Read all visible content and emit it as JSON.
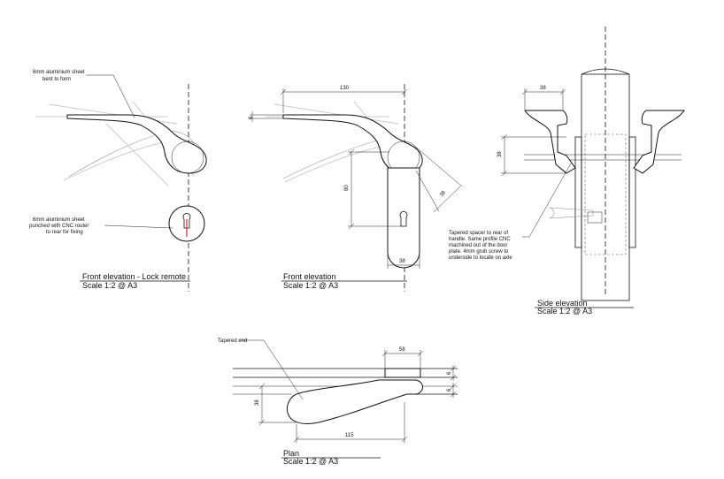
{
  "views": {
    "front_remote": {
      "title": "Front elevation -  Lock remote",
      "scale": "Scale 1:2 @ A3",
      "note_top": [
        "6mm aluminium sheet",
        "bent to form"
      ],
      "note_bottom": [
        "6mm aluminium sheet",
        "punched with CNC router",
        "to rear for fixing"
      ]
    },
    "front": {
      "title": "Front elevation",
      "scale": "Scale 1:2 @ A3",
      "dims": {
        "width": "130",
        "thickness": "6",
        "height": "80",
        "diag": "38",
        "base": "38"
      }
    },
    "side": {
      "title": "Side elevation",
      "scale": "Scale 1:2 @ A3",
      "dims": {
        "top": "38",
        "left": "38"
      },
      "note": [
        "Tapered spacer to rear of",
        "handle. Same profile CNC",
        "machined out of the door",
        "plate. 4mm grub screw to",
        "underside to locate on axle"
      ]
    },
    "plan": {
      "title": "Plan",
      "scale": "Scale 1:2 @ A3",
      "note": "Tapered end",
      "dims": {
        "top": "58",
        "right_top": "6",
        "right_mid": "6",
        "left": "38",
        "bottom": "115"
      }
    }
  }
}
